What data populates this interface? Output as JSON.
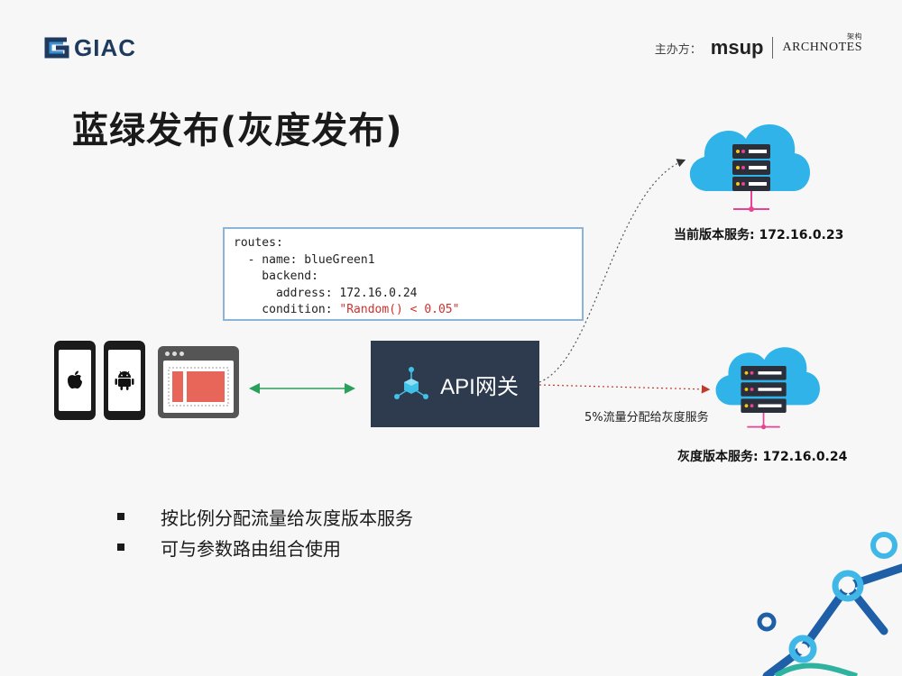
{
  "header": {
    "brand": "GIAC",
    "sponsor_label": "主办方：",
    "sponsor1": "msup",
    "sponsor2": "ARCHNOTES",
    "sponsor2_small": "架构"
  },
  "title": "蓝绿发布(灰度发布)",
  "code_lines": [
    "routes:",
    "  - name: blueGreen1",
    "    backend:",
    "      address: 172.16.0.24",
    "    condition: "
  ],
  "code_condition_value": "\"Random() < 0.05\"",
  "gateway": {
    "label": "API网关"
  },
  "servers": {
    "current": "当前版本服务: 172.16.0.23",
    "gray": "灰度版本服务: 172.16.0.24"
  },
  "traffic_note": "5%流量分配给灰度服务",
  "bullets": [
    "按比例分配流量给灰度版本服务",
    "可与参数路由组合使用"
  ],
  "colors": {
    "gateway_bg": "#2e3b4e",
    "cloud": "#2fb3e8",
    "code_border": "#8ab4d8",
    "condition_red": "#d0312d",
    "green_arrow": "#2aa05a",
    "red_dotted": "#c0392b"
  }
}
